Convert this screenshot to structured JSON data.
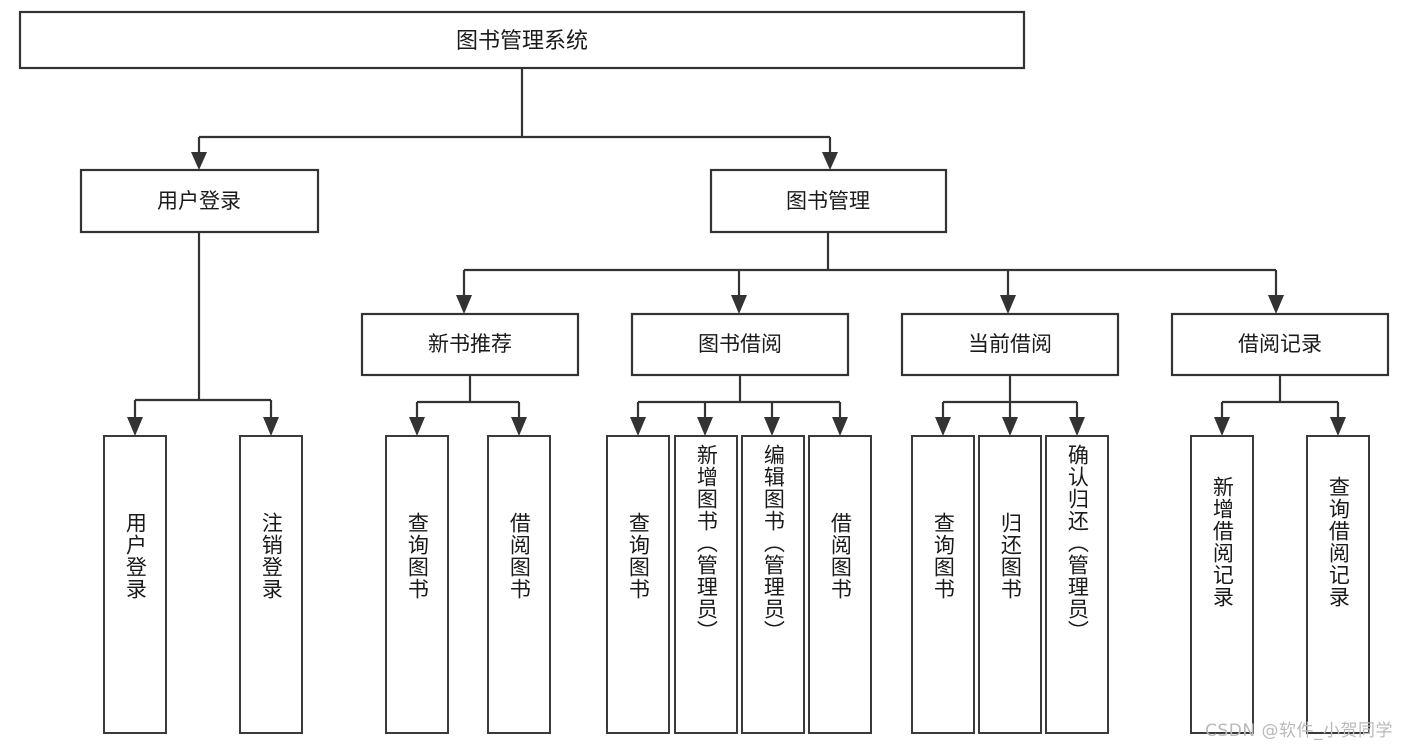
{
  "diagram": {
    "type": "tree",
    "title": "图书管理系统",
    "watermark": "CSDN @软件_小贺同学",
    "colors": {
      "box_stroke": "#333333",
      "box_fill": "#ffffff",
      "connector": "#333333",
      "text": "#1a1a1a",
      "watermark": "#b9b9b9",
      "background": "#ffffff"
    },
    "root": {
      "label": "图书管理系统"
    },
    "level2": [
      {
        "label": "用户登录"
      },
      {
        "label": "图书管理"
      }
    ],
    "level3": [
      {
        "label": "新书推荐"
      },
      {
        "label": "图书借阅"
      },
      {
        "label": "当前借阅"
      },
      {
        "label": "借阅记录"
      }
    ],
    "leaves": {
      "user_login": [
        {
          "label": "用户登录"
        },
        {
          "label": "注销登录"
        }
      ],
      "new_book_recommend": [
        {
          "label": "查询图书"
        },
        {
          "label": "借阅图书"
        }
      ],
      "book_borrow": [
        {
          "label": "查询图书"
        },
        {
          "label": "新增图书（管理员）"
        },
        {
          "label": "编辑图书（管理员）"
        },
        {
          "label": "借阅图书"
        }
      ],
      "current_borrow": [
        {
          "label": "查询图书"
        },
        {
          "label": "归还图书"
        },
        {
          "label": "确认归还（管理员）"
        }
      ],
      "borrow_records": [
        {
          "label": "新增借阅记录"
        },
        {
          "label": "查询借阅记录"
        }
      ]
    }
  }
}
